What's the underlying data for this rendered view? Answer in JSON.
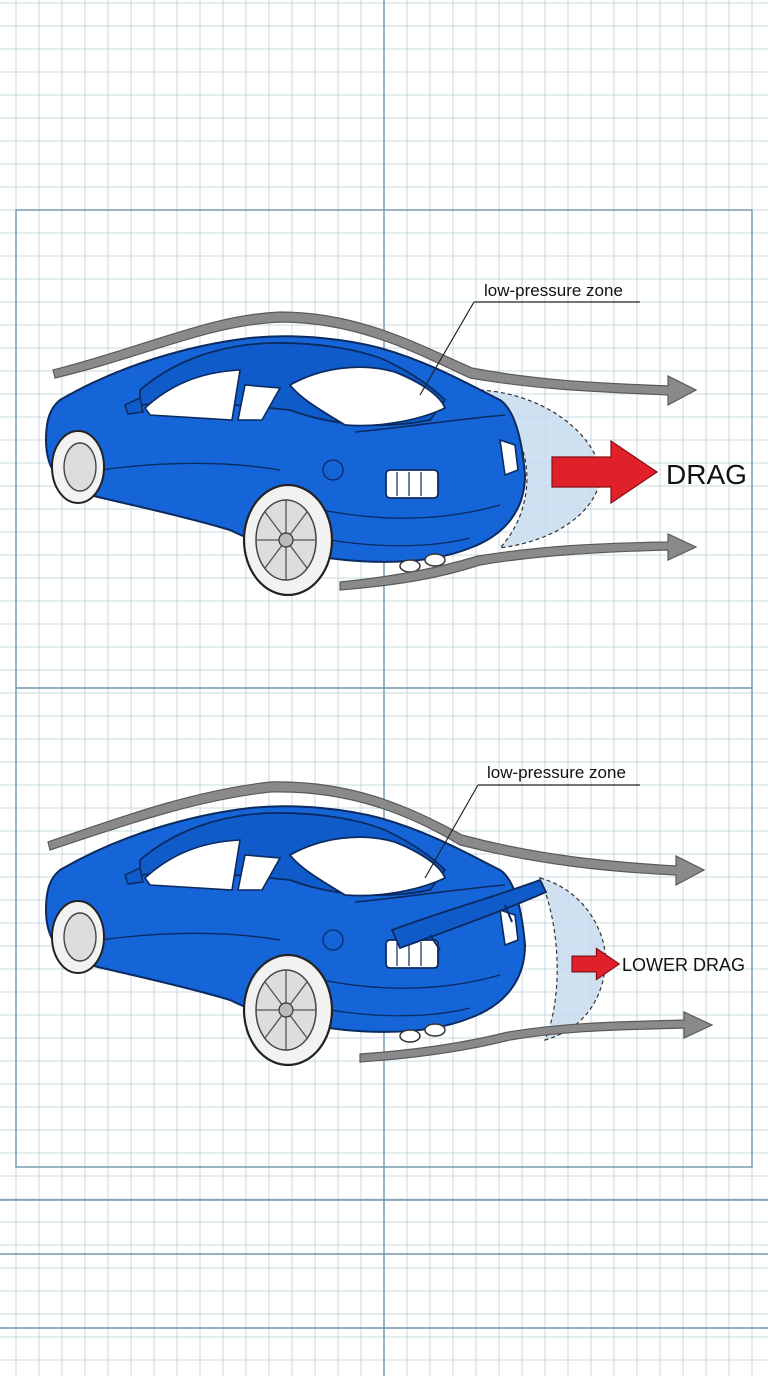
{
  "colors": {
    "background": "#ffffff",
    "grid_minor": "#b9cfd9",
    "grid_major": "#6f95aa",
    "car_body": "#1565d8",
    "car_dark": "#0b4eb2",
    "car_outline": "#0a2a60",
    "window": "#ffffff",
    "airflow_arrow": "#8a8a8a",
    "airflow_outline": "#5a5a5a",
    "wake_fill": "#c7dcef",
    "drag_arrow": "#e0202a",
    "text": "#111111"
  },
  "panels": [
    {
      "variant": "no-spoiler",
      "annotation": "low-pressure zone",
      "drag_label": "DRAG",
      "drag_magnitude": 1.0
    },
    {
      "variant": "with-spoiler",
      "annotation": "low-pressure zone",
      "drag_label": "LOWER DRAG",
      "drag_magnitude": 0.45
    }
  ]
}
